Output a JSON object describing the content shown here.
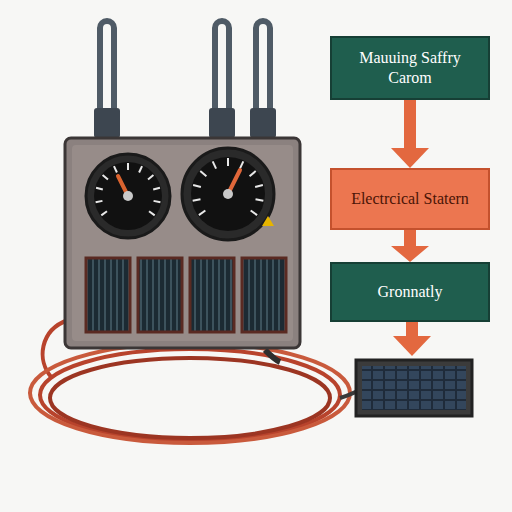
{
  "diagram": {
    "nodes": [
      {
        "text": [
          "Mauuing Saffry Carom"
        ]
      },
      {
        "text": [
          "Electrcical Statern"
        ]
      },
      {
        "text": [
          "Gronnatly"
        ]
      }
    ],
    "edges": [
      {
        "from": 0,
        "to": 1,
        "arrow": "to"
      },
      {
        "from": 1,
        "to": 2,
        "arrow": "to"
      }
    ]
  }
}
